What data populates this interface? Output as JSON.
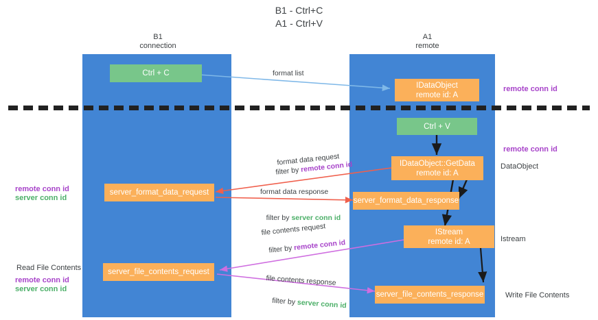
{
  "title": "B1 - Ctrl+C\nA1 - Ctrl+V",
  "columns": {
    "left": {
      "header": "B1\nconnection"
    },
    "right": {
      "header": "A1\nremote"
    }
  },
  "nodes": {
    "ctrl_c": {
      "label": "Ctrl + C",
      "color": "#78c68a"
    },
    "ctrl_v": {
      "label": "Ctrl + V",
      "color": "#78c68a"
    },
    "idataobject": {
      "label": "IDataObject\nremote id: A",
      "color": "#fbb05a"
    },
    "getdata": {
      "label": "IDataObject::GetData\nremote id: A",
      "color": "#fbb05a"
    },
    "istream": {
      "label": "IStream\nremote id: A",
      "color": "#fbb05a"
    },
    "server_format_data_request": {
      "label": "server_format_data_request",
      "color": "#fbb05a"
    },
    "server_format_data_response": {
      "label": "server_format_data_response",
      "color": "#fbb05a"
    },
    "server_file_contents_request": {
      "label": "server_file_contents_request",
      "color": "#fbb05a"
    },
    "server_file_contents_response": {
      "label": "server_file_contents_response",
      "color": "#fbb05a"
    }
  },
  "edge_labels": {
    "format_list": "format list",
    "format_data_request": "format data request",
    "format_data_request_filter_prefix": "filter by ",
    "format_data_request_filter_key": "remote conn id",
    "format_data_response": "format data response",
    "format_data_response_filter_prefix": "filter by ",
    "format_data_response_filter_key": "server conn id",
    "file_contents_request": "file contents request",
    "file_contents_request_filter_prefix": "filter by ",
    "file_contents_request_filter_key": "remote conn id",
    "file_contents_response": "file contents response",
    "file_contents_response_filter_prefix": "filter by ",
    "file_contents_response_filter_key": "server conn id"
  },
  "annotations": {
    "right_remote_conn_id_top": "remote conn id",
    "right_remote_conn_id_mid": "remote conn id",
    "right_dataobject": "DataObject",
    "right_istream": "Istream",
    "right_write_file_contents": "Write File Contents",
    "left_remote_conn_id_mid": "remote conn id",
    "left_server_conn_id_mid": "server conn id",
    "left_read_file_contents": "Read File Contents",
    "left_remote_conn_id_bottom": "remote conn id",
    "left_server_conn_id_bottom": "server conn id"
  },
  "colors": {
    "lane": "#4285d4",
    "green_node": "#78c68a",
    "orange_node": "#fbb05a",
    "purple_text": "#a743c9",
    "green_text": "#4caf68",
    "arrow_blue": "#7fb8e8",
    "arrow_red": "#f0604d",
    "arrow_magenta": "#cf6ee0",
    "arrow_black": "#1a1a1a",
    "divider": "#212121",
    "background": "#ffffff"
  }
}
